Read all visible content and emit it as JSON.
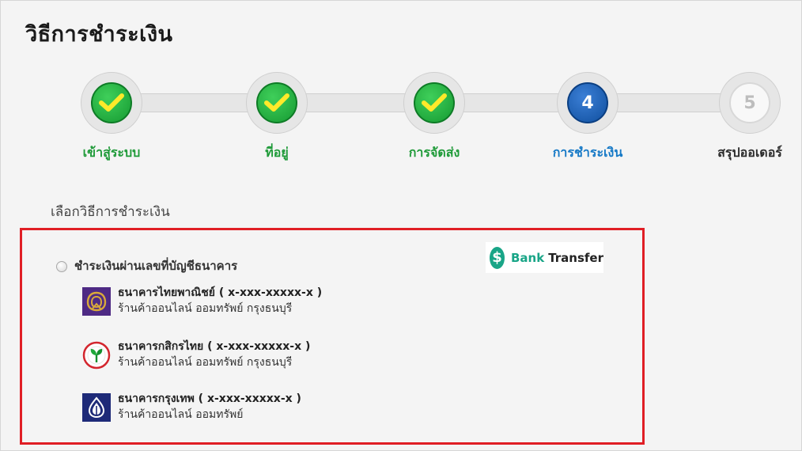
{
  "page": {
    "title": "วิธีการชำระเงิน"
  },
  "stepper": {
    "steps": [
      {
        "label": "เข้าสู่ระบบ",
        "state": "done",
        "number": ""
      },
      {
        "label": "ที่อยู่",
        "state": "done",
        "number": ""
      },
      {
        "label": "การจัดส่ง",
        "state": "done",
        "number": ""
      },
      {
        "label": "การชำระเงิน",
        "state": "active",
        "number": "4"
      },
      {
        "label": "สรุปออเดอร์",
        "state": "todo",
        "number": "5"
      }
    ],
    "colors": {
      "done": "#1e9a38",
      "active": "#1679c6",
      "todo": "#bdbdbd"
    }
  },
  "section": {
    "label": "เลือกวิธีการชำระเงิน"
  },
  "payment": {
    "method_label": "ชำระเงินผ่านเลขที่บัญชีธนาคาร",
    "selected": false,
    "badge": {
      "icon": "$",
      "word1": "Bank",
      "word2": "Transfer"
    },
    "banks": [
      {
        "name": "ธนาคารไทยพาณิชย์ ( x-xxx-xxxxx-x )",
        "account": "ร้านค้าออนไลน์ ออมทรัพย์ กรุงธนบุรี",
        "logo": "scb-logo-icon",
        "color": "#4e2a84"
      },
      {
        "name": "ธนาคารกสิกรไทย ( x-xxx-xxxxx-x )",
        "account": "ร้านค้าออนไลน์ ออมทรัพย์ กรุงธนบุรี",
        "logo": "kbank-logo-icon",
        "color": "#138f2d"
      },
      {
        "name": "ธนาคารกรุงเทพ ( x-xxx-xxxxx-x )",
        "account": "ร้านค้าออนไลน์ ออมทรัพย์",
        "logo": "bbl-logo-icon",
        "color": "#1e2a78"
      }
    ]
  },
  "colors": {
    "highlight_border": "#e01e25",
    "badge_green": "#19a587"
  }
}
